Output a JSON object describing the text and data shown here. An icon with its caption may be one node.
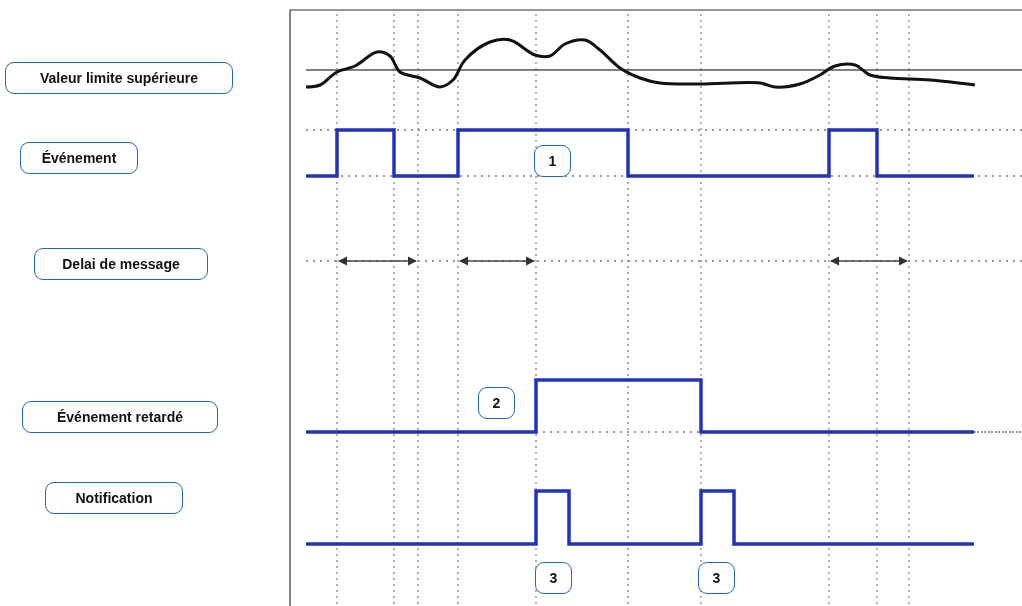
{
  "diagram": {
    "nodes": [
      {
        "text": [
          "Valeur limite supérieure"
        ]
      },
      {
        "text": [
          "Événement"
        ]
      },
      {
        "text": [
          "1"
        ]
      },
      {
        "text": [
          "Delai de message"
        ]
      },
      {
        "text": [
          "2"
        ]
      },
      {
        "text": [
          "Événement retardé"
        ]
      },
      {
        "text": [
          "Notification"
        ]
      },
      {
        "text": [
          "3"
        ]
      },
      {
        "text": [
          "3"
        ]
      }
    ]
  }
}
